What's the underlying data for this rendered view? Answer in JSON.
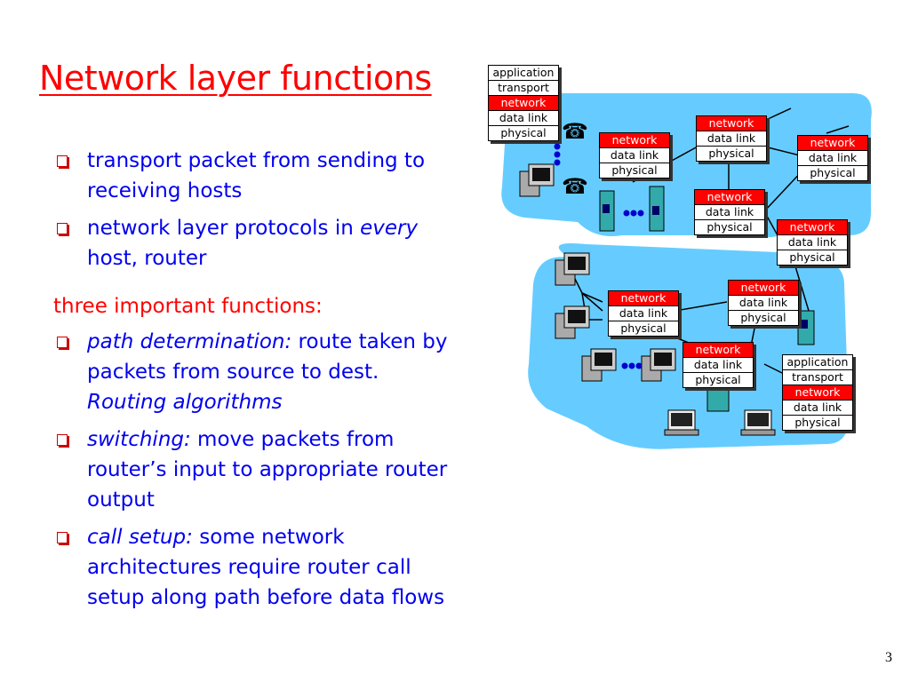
{
  "slide": {
    "title": "Network layer functions",
    "page_number": "3"
  },
  "bullets": {
    "item1": "transport packet from sending to receiving hosts",
    "item2_a": "network layer protocols in ",
    "item2_b": "every",
    "item2_c": " host, router",
    "subheading": "three important functions:",
    "item3_a": "path determination:",
    "item3_b": " route taken by packets from source to dest. ",
    "item3_c": "Routing algorithms",
    "item4_a": "switching:",
    "item4_b": " move packets from router’s input to appropriate router output",
    "item5_a": "call setup:",
    "item5_b": " some network architectures require router call setup along path before data flows"
  },
  "layers": {
    "application": "application",
    "transport": "transport",
    "network": "network",
    "datalink": "data link",
    "physical": "physical"
  },
  "colors": {
    "title": "#ff0000",
    "bullet_text": "#0000ee",
    "cloud": "#66ccff",
    "network_layer": "#ff0000"
  }
}
